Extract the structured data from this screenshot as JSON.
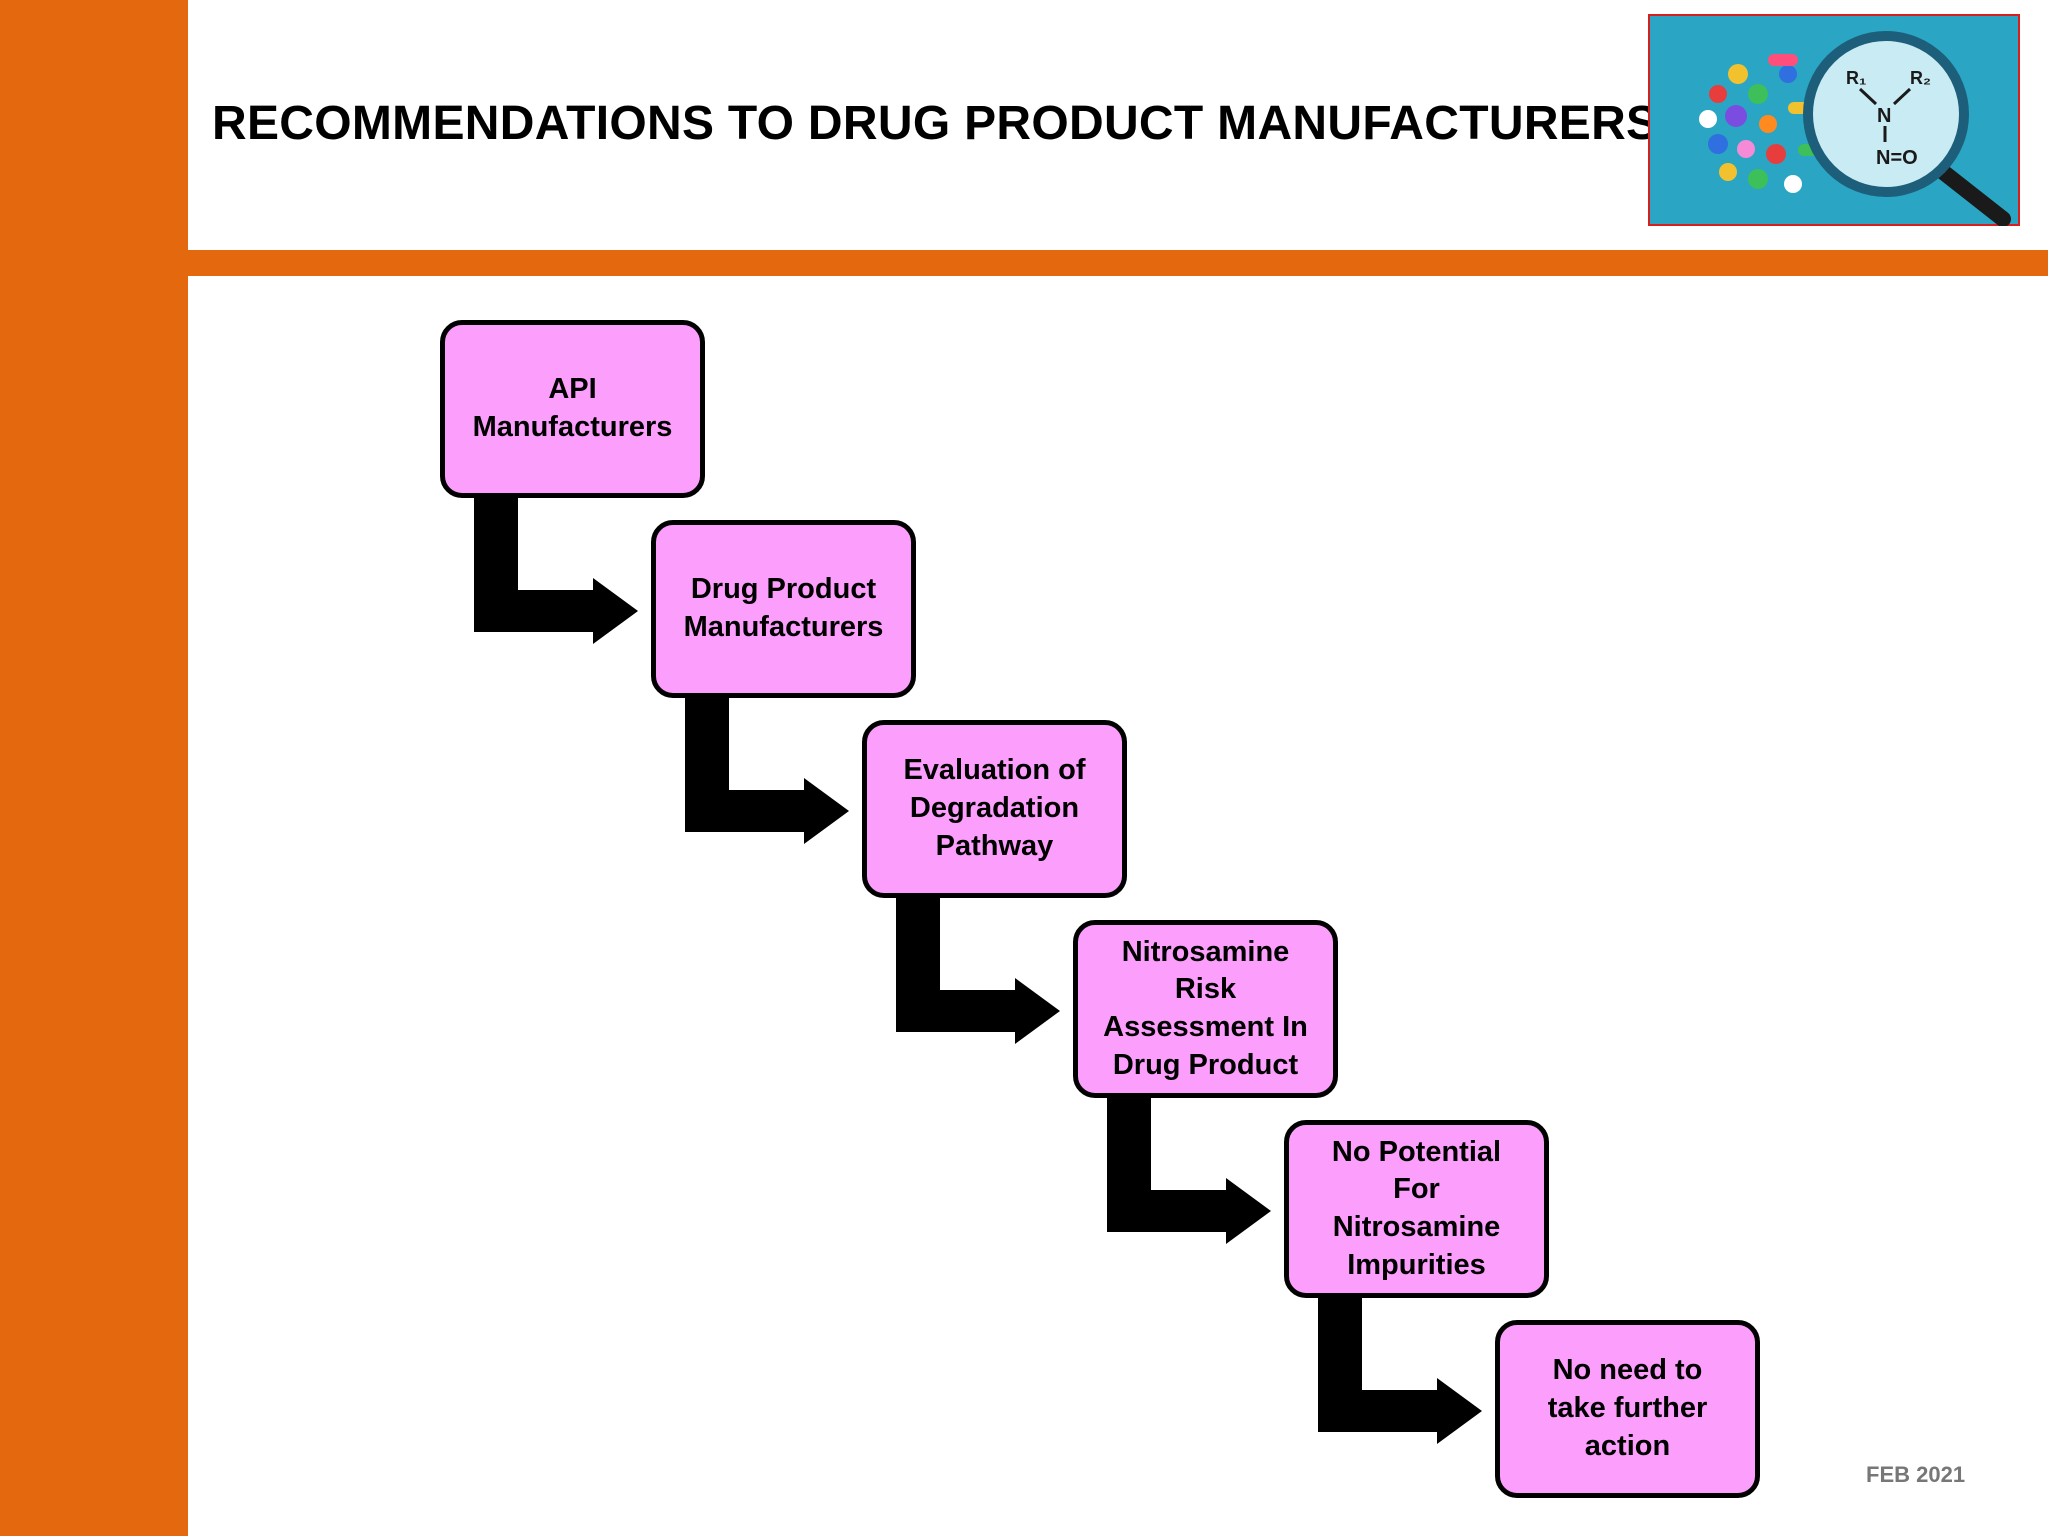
{
  "title": "RECOMMENDATIONS TO DRUG PRODUCT MANUFACTURERS",
  "date": "FEB 2021",
  "logo": {
    "icon": "nitrosamine-magnifier-icon",
    "labels": {
      "r1": "R₁",
      "r2": "R₂",
      "n": "N",
      "no": "N=O"
    }
  },
  "steps": [
    {
      "label": "API\nManufacturers"
    },
    {
      "label": "Drug Product\nManufacturers"
    },
    {
      "label": "Evaluation of\nDegradation\nPathway"
    },
    {
      "label": "Nitrosamine\nRisk\nAssessment In\nDrug Product"
    },
    {
      "label": "No Potential\nFor\nNitrosamine\nImpurities"
    },
    {
      "label": "No need to\ntake further\naction"
    }
  ],
  "colors": {
    "accent": "#e4690e",
    "box_fill": "#fc9efc",
    "arrow": "#000000",
    "logo_bg": "#2aa6c4"
  }
}
